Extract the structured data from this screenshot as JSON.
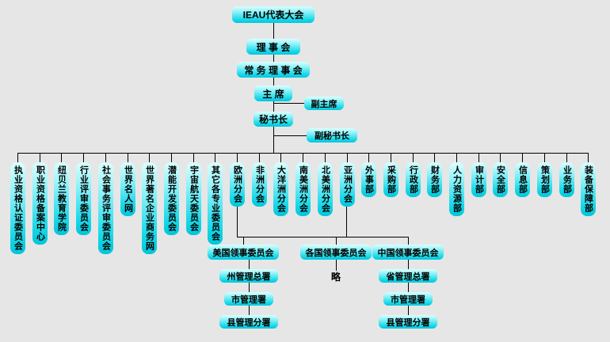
{
  "colors": {
    "node_fill_top": "#dbffff",
    "node_fill_bottom": "#00c6da",
    "connector": "#000000",
    "background": "#e6e6e6"
  },
  "top_chain": [
    "IEAU代表大会",
    "理 事 会",
    "常 务 理 事 会",
    "主 席",
    "秘书长"
  ],
  "deputies": {
    "vice_chairman": "副主席",
    "deputy_secretary_general": "副秘书长"
  },
  "departments": [
    "执业资格认证委员会",
    "职业资格备案中心",
    "纽贝兰教育学院",
    "行业评审委员会",
    "社会事务评审委员会",
    "世界名人网",
    "世界著名企业商务网",
    "潜能开发委员会",
    "宇宙航天委员会",
    "其它各专业委员会",
    "欧洲分会",
    "非洲分会",
    "大洋洲分会",
    "南美洲分会",
    "北美洲分会",
    "亚洲分会",
    "外事部",
    "采购部",
    "行政部",
    "财务部",
    "人力资源部",
    "审计部",
    "安全部",
    "信息部",
    "策划部",
    "业务部",
    "装备保障部"
  ],
  "lower": {
    "committees": [
      "美国领事委员会",
      "各国领事委员会",
      "中国领事委员会"
    ],
    "us_chain": [
      "州管理总署",
      "市管理署",
      "县管理分署"
    ],
    "cn_chain": [
      "省管理总署",
      "市管理署",
      "县管理分署"
    ],
    "omitted": "略"
  }
}
